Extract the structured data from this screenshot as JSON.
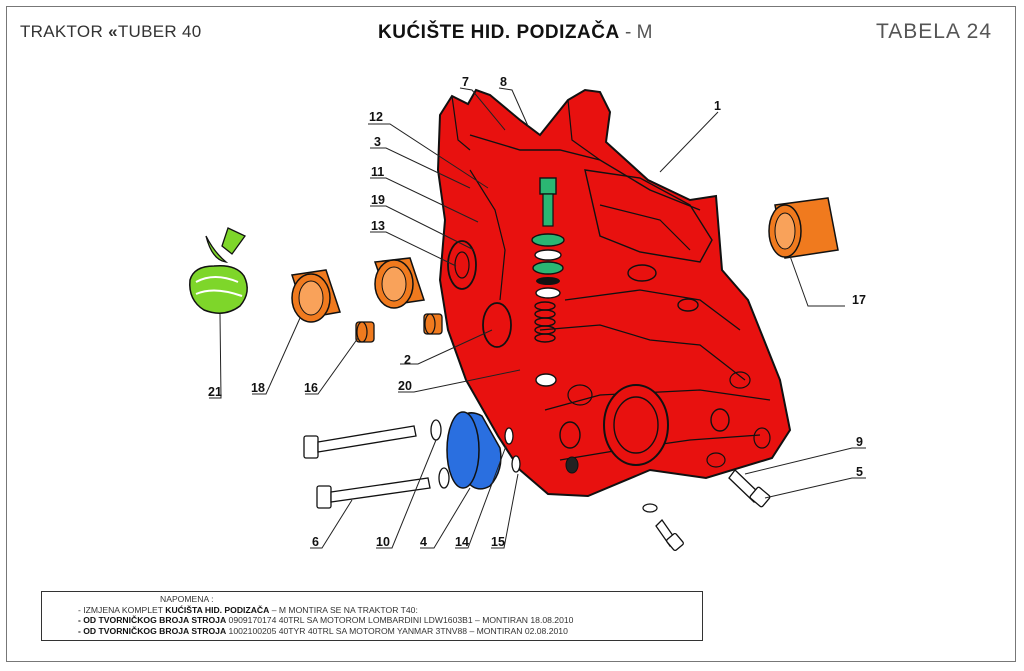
{
  "header": {
    "left_prefix": "TRAKTOR",
    "left_quote": "«",
    "left_model": "TUBER  40",
    "title_main": "KUĆIŠTE   HID.  PODIZAČA",
    "title_suffix": " - M",
    "table_label": "TABELA 24"
  },
  "callouts": [
    "1",
    "2",
    "3",
    "4",
    "5",
    "6",
    "7",
    "8",
    "9",
    "10",
    "11",
    "12",
    "13",
    "14",
    "15",
    "16",
    "17",
    "18",
    "19",
    "20",
    "21"
  ],
  "note": {
    "title": "NAPOMENA :",
    "line1_a": "- IZMJENA KOMPLET  ",
    "line1_b": "KUĆIŠTA HID. PODIZAČA",
    "line1_c": " – M  MONTIRA SE  NA TRAKTOR  T40:",
    "line2_a": "- OD TVORNIČKOG BROJA STROJA",
    "line2_b": " 0909170174 40TRL SA MOTOROM LOMBARDINI LDW1603B1 – MONTIRAN  18.08.2010",
    "line3_a": "- OD TVORNIČKOG BROJA STROJA",
    "line3_b": " 1002100205 40TYR 40TRL SA MOTOROM  YANMAR 3TNV88 – MONTIRAN   02.08.2010"
  },
  "colors": {
    "housing": "#e8110f",
    "bushing": "#f07a1e",
    "seal": "#7ed62a",
    "cover": "#2a6fe0",
    "washer_green": "#2bb673"
  }
}
